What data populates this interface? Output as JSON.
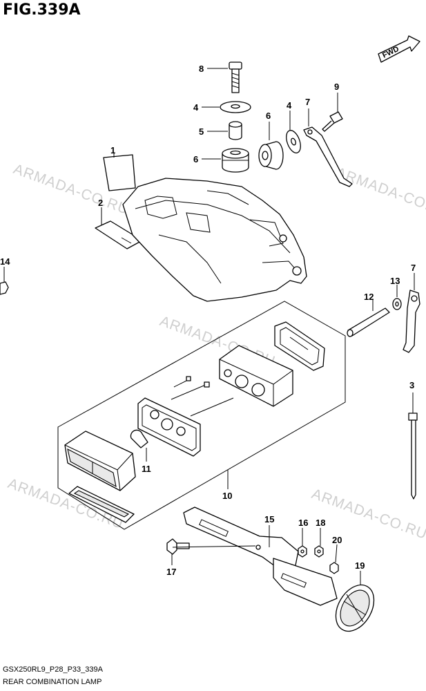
{
  "figure": {
    "title": "FIG.339A",
    "code": "GSX250RL9_P28_P33_339A",
    "name": "REAR COMBINATION LAMP"
  },
  "direction_label": "FWD",
  "watermark": "ARMADA-CO.RU",
  "callouts": {
    "c1": "1",
    "c2": "2",
    "c3": "3",
    "c4a": "4",
    "c4b": "4",
    "c5": "5",
    "c6a": "6",
    "c6b": "6",
    "c7a": "7",
    "c7b": "7",
    "c8": "8",
    "c9": "9",
    "c10": "10",
    "c11": "11",
    "c12": "12",
    "c13": "13",
    "c14": "14",
    "c15": "15",
    "c16": "16",
    "c17": "17",
    "c18": "18",
    "c19": "19",
    "c20": "20"
  },
  "colors": {
    "line": "#000000",
    "watermark": "#cfcfcf",
    "background": "#ffffff"
  }
}
